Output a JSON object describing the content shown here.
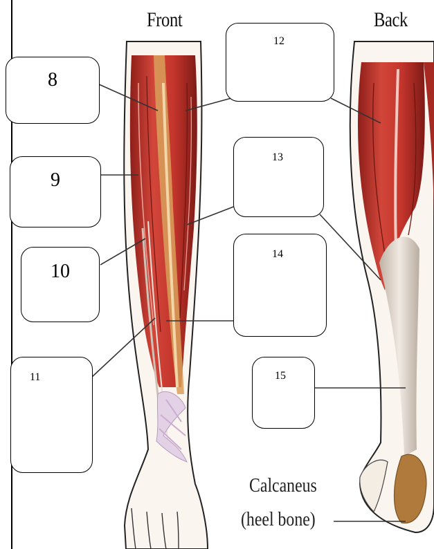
{
  "headings": {
    "front": "Front",
    "back": "Back"
  },
  "labels": [
    "8",
    "9",
    "10",
    "11",
    "12",
    "13",
    "14",
    "15"
  ],
  "caption": {
    "line1": "Calcaneus",
    "line2": "(heel bone)"
  },
  "colors": {
    "muscle": "#c4352c",
    "muscle_dark": "#8e1f1a",
    "tendon": "#d9cfc4",
    "bone": "#b07a3c",
    "ligament": "#e3d2e6"
  }
}
